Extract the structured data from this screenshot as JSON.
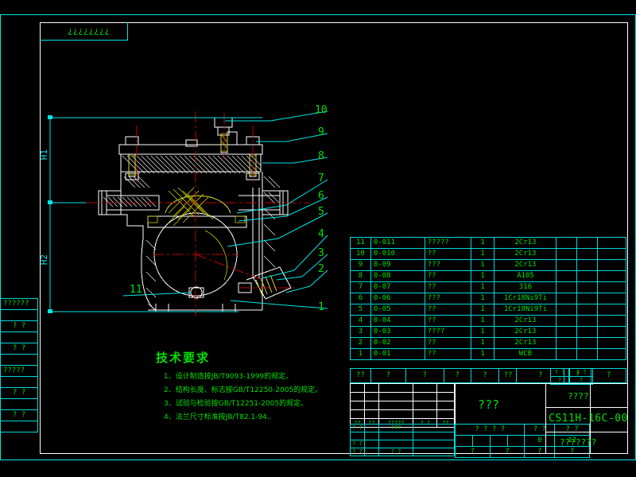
{
  "drawing": {
    "header_label": "¿¿¿¿¿¿¿¿",
    "dimension_h1": "H1",
    "dimension_h2": "H2",
    "balloons": [
      "10",
      "9",
      "8",
      "7",
      "6",
      "5",
      "4",
      "3",
      "2",
      "1",
      "11"
    ]
  },
  "tech_notes": {
    "title": "技术要求",
    "lines": [
      "1、设计制造按JB/T9093-1999的规定。",
      "2、结构长度、标志按GB/T12250-2005的规定。",
      "3、试验与检验按GB/T12251-2005的规定。",
      "4、法兰尺寸标准按JB/T82.1-94.."
    ]
  },
  "parts_list": {
    "columns": [
      "no",
      "code",
      "name",
      "qty",
      "material",
      "c6",
      "c7",
      "c8"
    ],
    "rows": [
      {
        "no": "11",
        "code": "0-011",
        "name": "?????",
        "qty": "1",
        "material": "2Cr13",
        "c6": "",
        "c7": "",
        "c8": ""
      },
      {
        "no": "10",
        "code": "0-010",
        "name": "??",
        "qty": "1",
        "material": "2Cr13",
        "c6": "",
        "c7": "",
        "c8": ""
      },
      {
        "no": "9",
        "code": "0-09",
        "name": "???",
        "qty": "1",
        "material": "2Cr13",
        "c6": "",
        "c7": "",
        "c8": ""
      },
      {
        "no": "8",
        "code": "0-08",
        "name": "??",
        "qty": "1",
        "material": "A105",
        "c6": "",
        "c7": "",
        "c8": ""
      },
      {
        "no": "7",
        "code": "0-07",
        "name": "??",
        "qty": "1",
        "material": "316",
        "c6": "",
        "c7": "",
        "c8": ""
      },
      {
        "no": "6",
        "code": "0-06",
        "name": "???",
        "qty": "1",
        "material": "1Cr18Ni9Ti",
        "c6": "",
        "c7": "",
        "c8": ""
      },
      {
        "no": "5",
        "code": "0-05",
        "name": "??",
        "qty": "1",
        "material": "1Cr18Ni9Ti",
        "c6": "",
        "c7": "",
        "c8": ""
      },
      {
        "no": "4",
        "code": "0-04",
        "name": "??",
        "qty": "1",
        "material": "2Cr13",
        "c6": "",
        "c7": "",
        "c8": ""
      },
      {
        "no": "3",
        "code": "0-03",
        "name": "????",
        "qty": "1",
        "material": "2Cr13",
        "c6": "",
        "c7": "",
        "c8": ""
      },
      {
        "no": "2",
        "code": "0-02",
        "name": "??",
        "qty": "1",
        "material": "2Cr13",
        "c6": "",
        "c7": "",
        "c8": ""
      },
      {
        "no": "1",
        "code": "0-01",
        "name": "??",
        "qty": "1",
        "material": "WCB",
        "c6": "",
        "c7": "",
        "c8": ""
      }
    ],
    "header_row": {
      "c1": "??",
      "c2": "?",
      "c3": "?",
      "c4": "?",
      "c5": "?",
      "c6": "??",
      "c7": "?",
      "c8": "?",
      "c9a": "? ?",
      "c9b": "?",
      "c10a": "? ?",
      "c10b": "?",
      "c11": "?",
      "c12": "?"
    }
  },
  "title_block": {
    "revision_rows": [
      {
        "a": "",
        "b": "",
        "c": "",
        "d": "",
        "e": ""
      },
      {
        "a": "",
        "b": "",
        "c": "",
        "d": "",
        "e": ""
      },
      {
        "a": "",
        "b": "",
        "c": "",
        "d": "",
        "e": ""
      },
      {
        "a": "",
        "b": "",
        "c": "",
        "d": "",
        "e": ""
      },
      {
        "a": "??",
        "b": "??",
        "c": "?????",
        "d": "? ?",
        "e": "??"
      }
    ],
    "signature_rows": [
      {
        "a": "? ?",
        "b": "",
        "c": "???",
        "d": ""
      },
      {
        "a": "",
        "b": "",
        "c": "",
        "d": ""
      },
      {
        "a": "? ?",
        "b": "",
        "c": "",
        "d": ""
      },
      {
        "a": "? ?",
        "b": "",
        "c": "? ?",
        "d": ""
      }
    ],
    "product_name": "???",
    "spec_headers": [
      "? ? ? ?",
      "? ?",
      "? ?"
    ],
    "spec_values": [
      "",
      "0",
      "12"
    ],
    "spec_footer": [
      "?",
      "?",
      "?",
      "?"
    ],
    "company_label": "????",
    "drawing_number": "CS11H-16C-00",
    "material_label": "???????"
  },
  "left_strip": {
    "rows": [
      "??????",
      "",
      "? ?",
      "",
      "? ?",
      "",
      "?????",
      "",
      "? ?",
      "",
      "? ?",
      ""
    ]
  },
  "colors": {
    "background": "#000000",
    "border_cyan": "#00e5e5",
    "frame_white": "#ffffff",
    "text_green": "#00e000",
    "center_red": "#c00000",
    "hatch_yellow": "#c8c800"
  }
}
